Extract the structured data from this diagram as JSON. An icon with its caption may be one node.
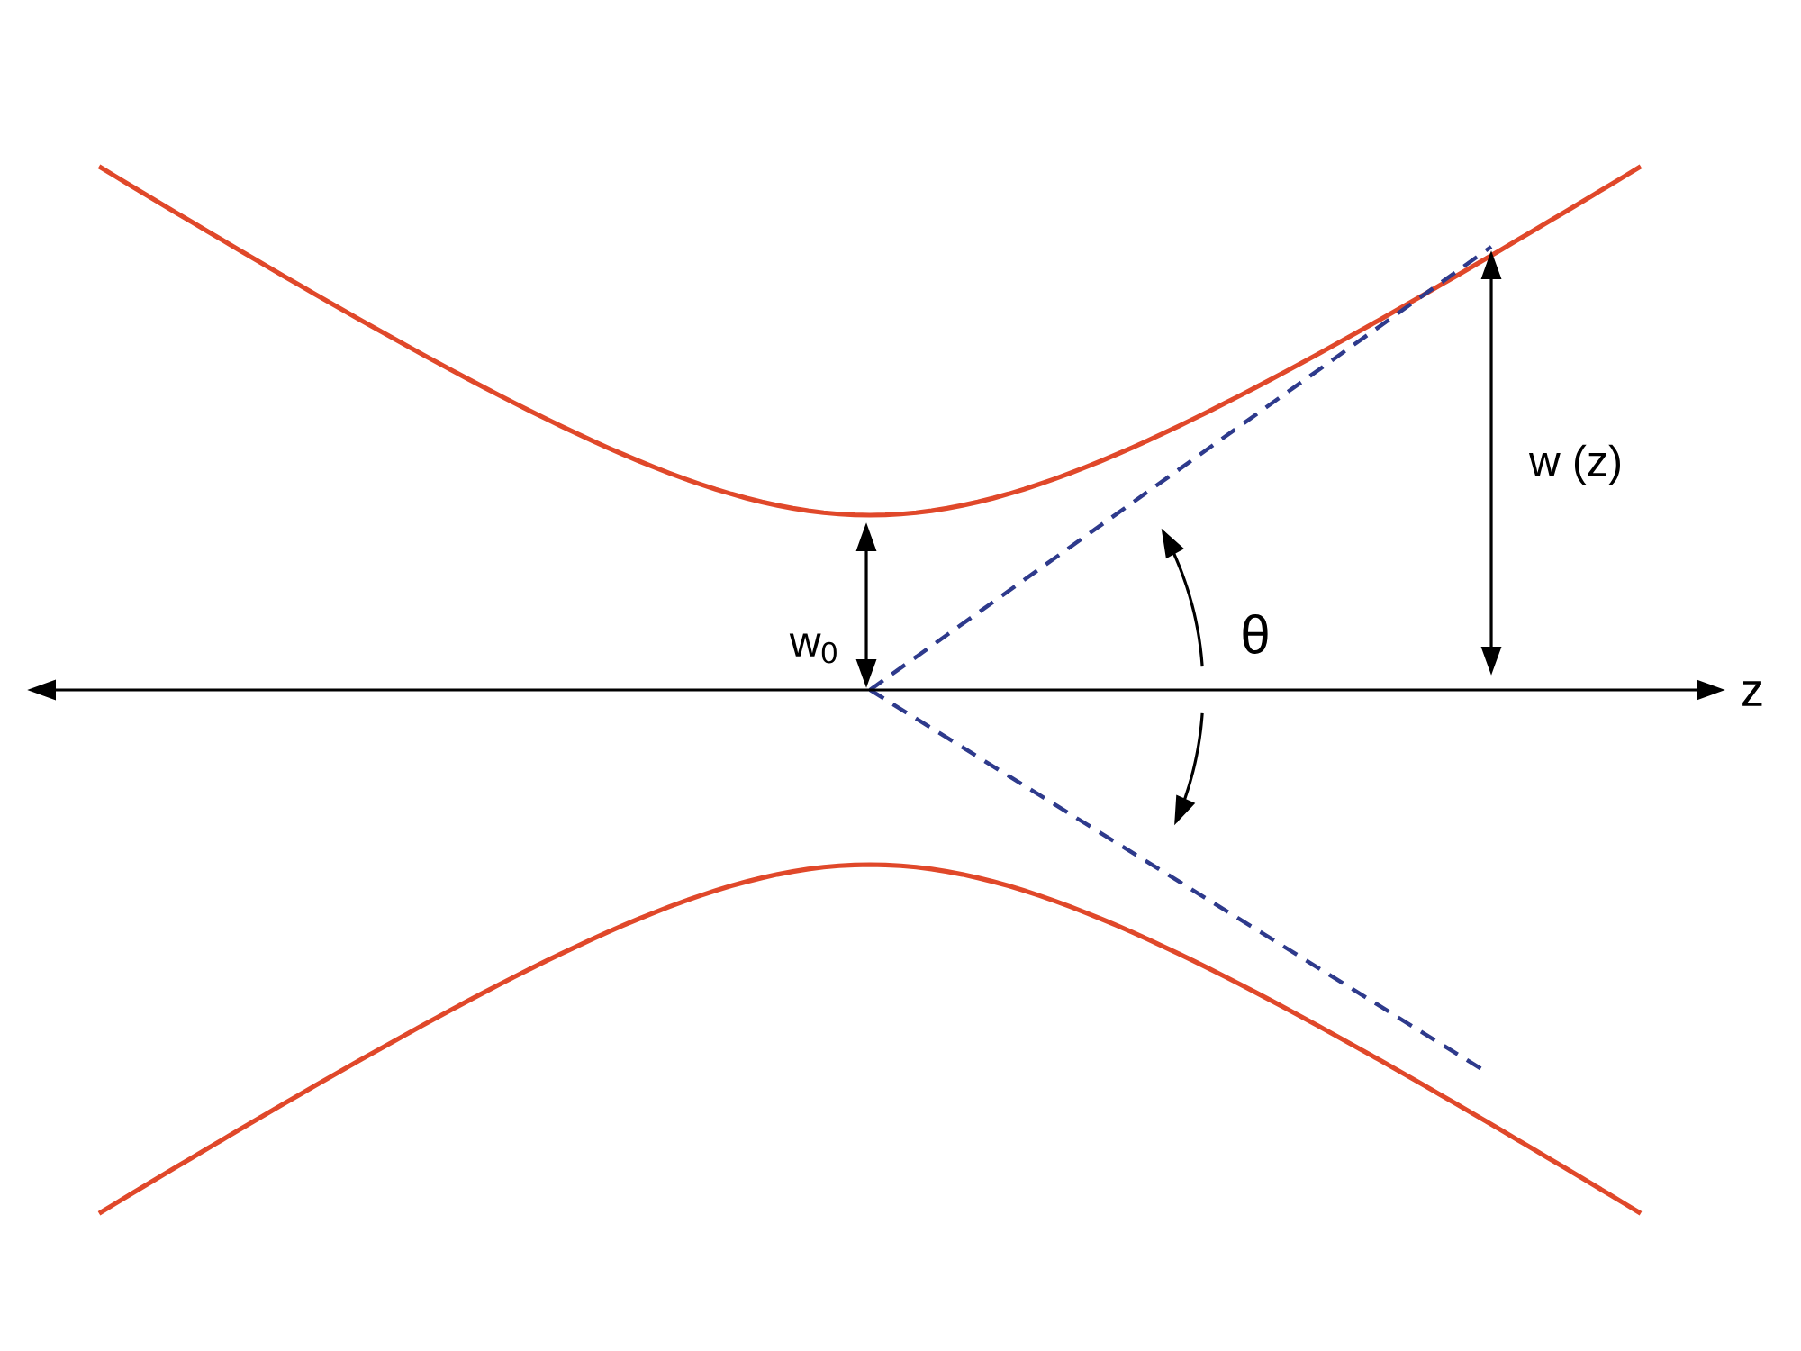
{
  "diagram": {
    "labels": [
      "w$_{0}$",
      "θ",
      "w (z)",
      "z"
    ]
  }
}
